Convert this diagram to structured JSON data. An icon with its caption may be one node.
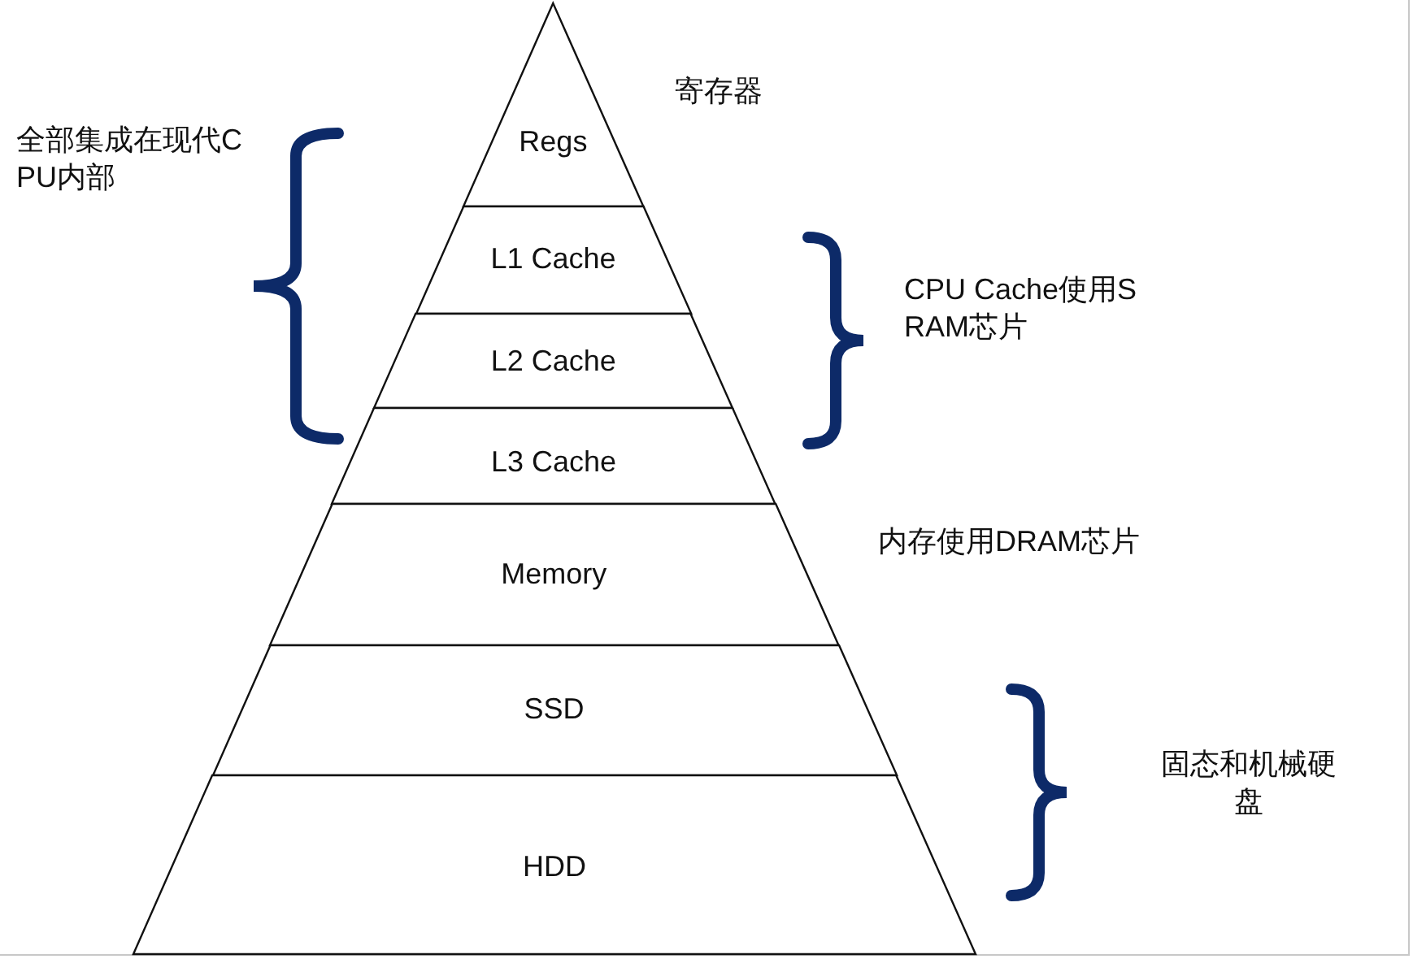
{
  "diagram": {
    "nodes": [
      {
        "text": [
          "Regs"
        ]
      },
      {
        "text": [
          "L1 Cache"
        ]
      },
      {
        "text": [
          "L2 Cache"
        ]
      },
      {
        "text": [
          "L3 Cache"
        ]
      },
      {
        "text": [
          "Memory"
        ]
      },
      {
        "text": [
          "SSD"
        ]
      },
      {
        "text": [
          "HDD"
        ]
      }
    ],
    "edges": [],
    "labels": [
      "寄存器",
      "全部集成在现代CPU内部",
      "CPU Cache使用SRAM芯片",
      "内存使用DRAM芯片",
      "固态和机械硬盘"
    ]
  }
}
